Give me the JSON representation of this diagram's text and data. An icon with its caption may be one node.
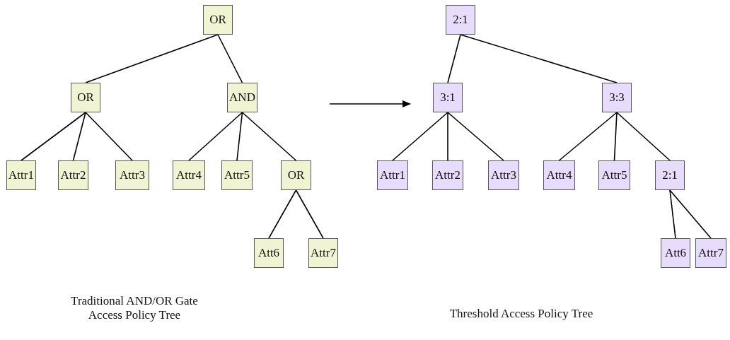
{
  "diagram": {
    "nodes": [
      {
        "text": [
          "OR"
        ]
      },
      {
        "text": [
          "OR"
        ]
      },
      {
        "text": [
          "AND"
        ]
      },
      {
        "text": [
          "Attr1"
        ]
      },
      {
        "text": [
          "Attr2"
        ]
      },
      {
        "text": [
          "Attr3"
        ]
      },
      {
        "text": [
          "Attr4"
        ]
      },
      {
        "text": [
          "Attr5"
        ]
      },
      {
        "text": [
          "OR"
        ]
      },
      {
        "text": [
          "Att6"
        ]
      },
      {
        "text": [
          "Attr7"
        ]
      },
      {
        "text": [
          "2:1"
        ]
      },
      {
        "text": [
          "3:1"
        ]
      },
      {
        "text": [
          "3:3"
        ]
      },
      {
        "text": [
          "Attr1"
        ]
      },
      {
        "text": [
          "Attr2"
        ]
      },
      {
        "text": [
          "Attr3"
        ]
      },
      {
        "text": [
          "Attr4"
        ]
      },
      {
        "text": [
          "Attr5"
        ]
      },
      {
        "text": [
          "2:1"
        ]
      },
      {
        "text": [
          "Att6"
        ]
      },
      {
        "text": [
          "Attr7"
        ]
      }
    ],
    "edges": [
      {
        "from": 0,
        "to": 1,
        "arrow": "none"
      },
      {
        "from": 0,
        "to": 2,
        "arrow": "none"
      },
      {
        "from": 1,
        "to": 3,
        "arrow": "none"
      },
      {
        "from": 1,
        "to": 4,
        "arrow": "none"
      },
      {
        "from": 1,
        "to": 5,
        "arrow": "none"
      },
      {
        "from": 2,
        "to": 6,
        "arrow": "none"
      },
      {
        "from": 2,
        "to": 7,
        "arrow": "none"
      },
      {
        "from": 2,
        "to": 8,
        "arrow": "none"
      },
      {
        "from": 8,
        "to": 9,
        "arrow": "none"
      },
      {
        "from": 8,
        "to": 10,
        "arrow": "none"
      },
      {
        "from": 11,
        "to": 12,
        "arrow": "none"
      },
      {
        "from": 11,
        "to": 13,
        "arrow": "none"
      },
      {
        "from": 12,
        "to": 14,
        "arrow": "none"
      },
      {
        "from": 12,
        "to": 15,
        "arrow": "none"
      },
      {
        "from": 12,
        "to": 16,
        "arrow": "none"
      },
      {
        "from": 13,
        "to": 17,
        "arrow": "none"
      },
      {
        "from": 13,
        "to": 18,
        "arrow": "none"
      },
      {
        "from": 13,
        "to": 19,
        "arrow": "none"
      },
      {
        "from": 19,
        "to": 20,
        "arrow": "none"
      },
      {
        "from": 19,
        "to": 21,
        "arrow": "none"
      }
    ],
    "labels": [
      "Traditional AND/OR Gate Access Policy Tree",
      "Threshold Access Policy Tree"
    ]
  }
}
